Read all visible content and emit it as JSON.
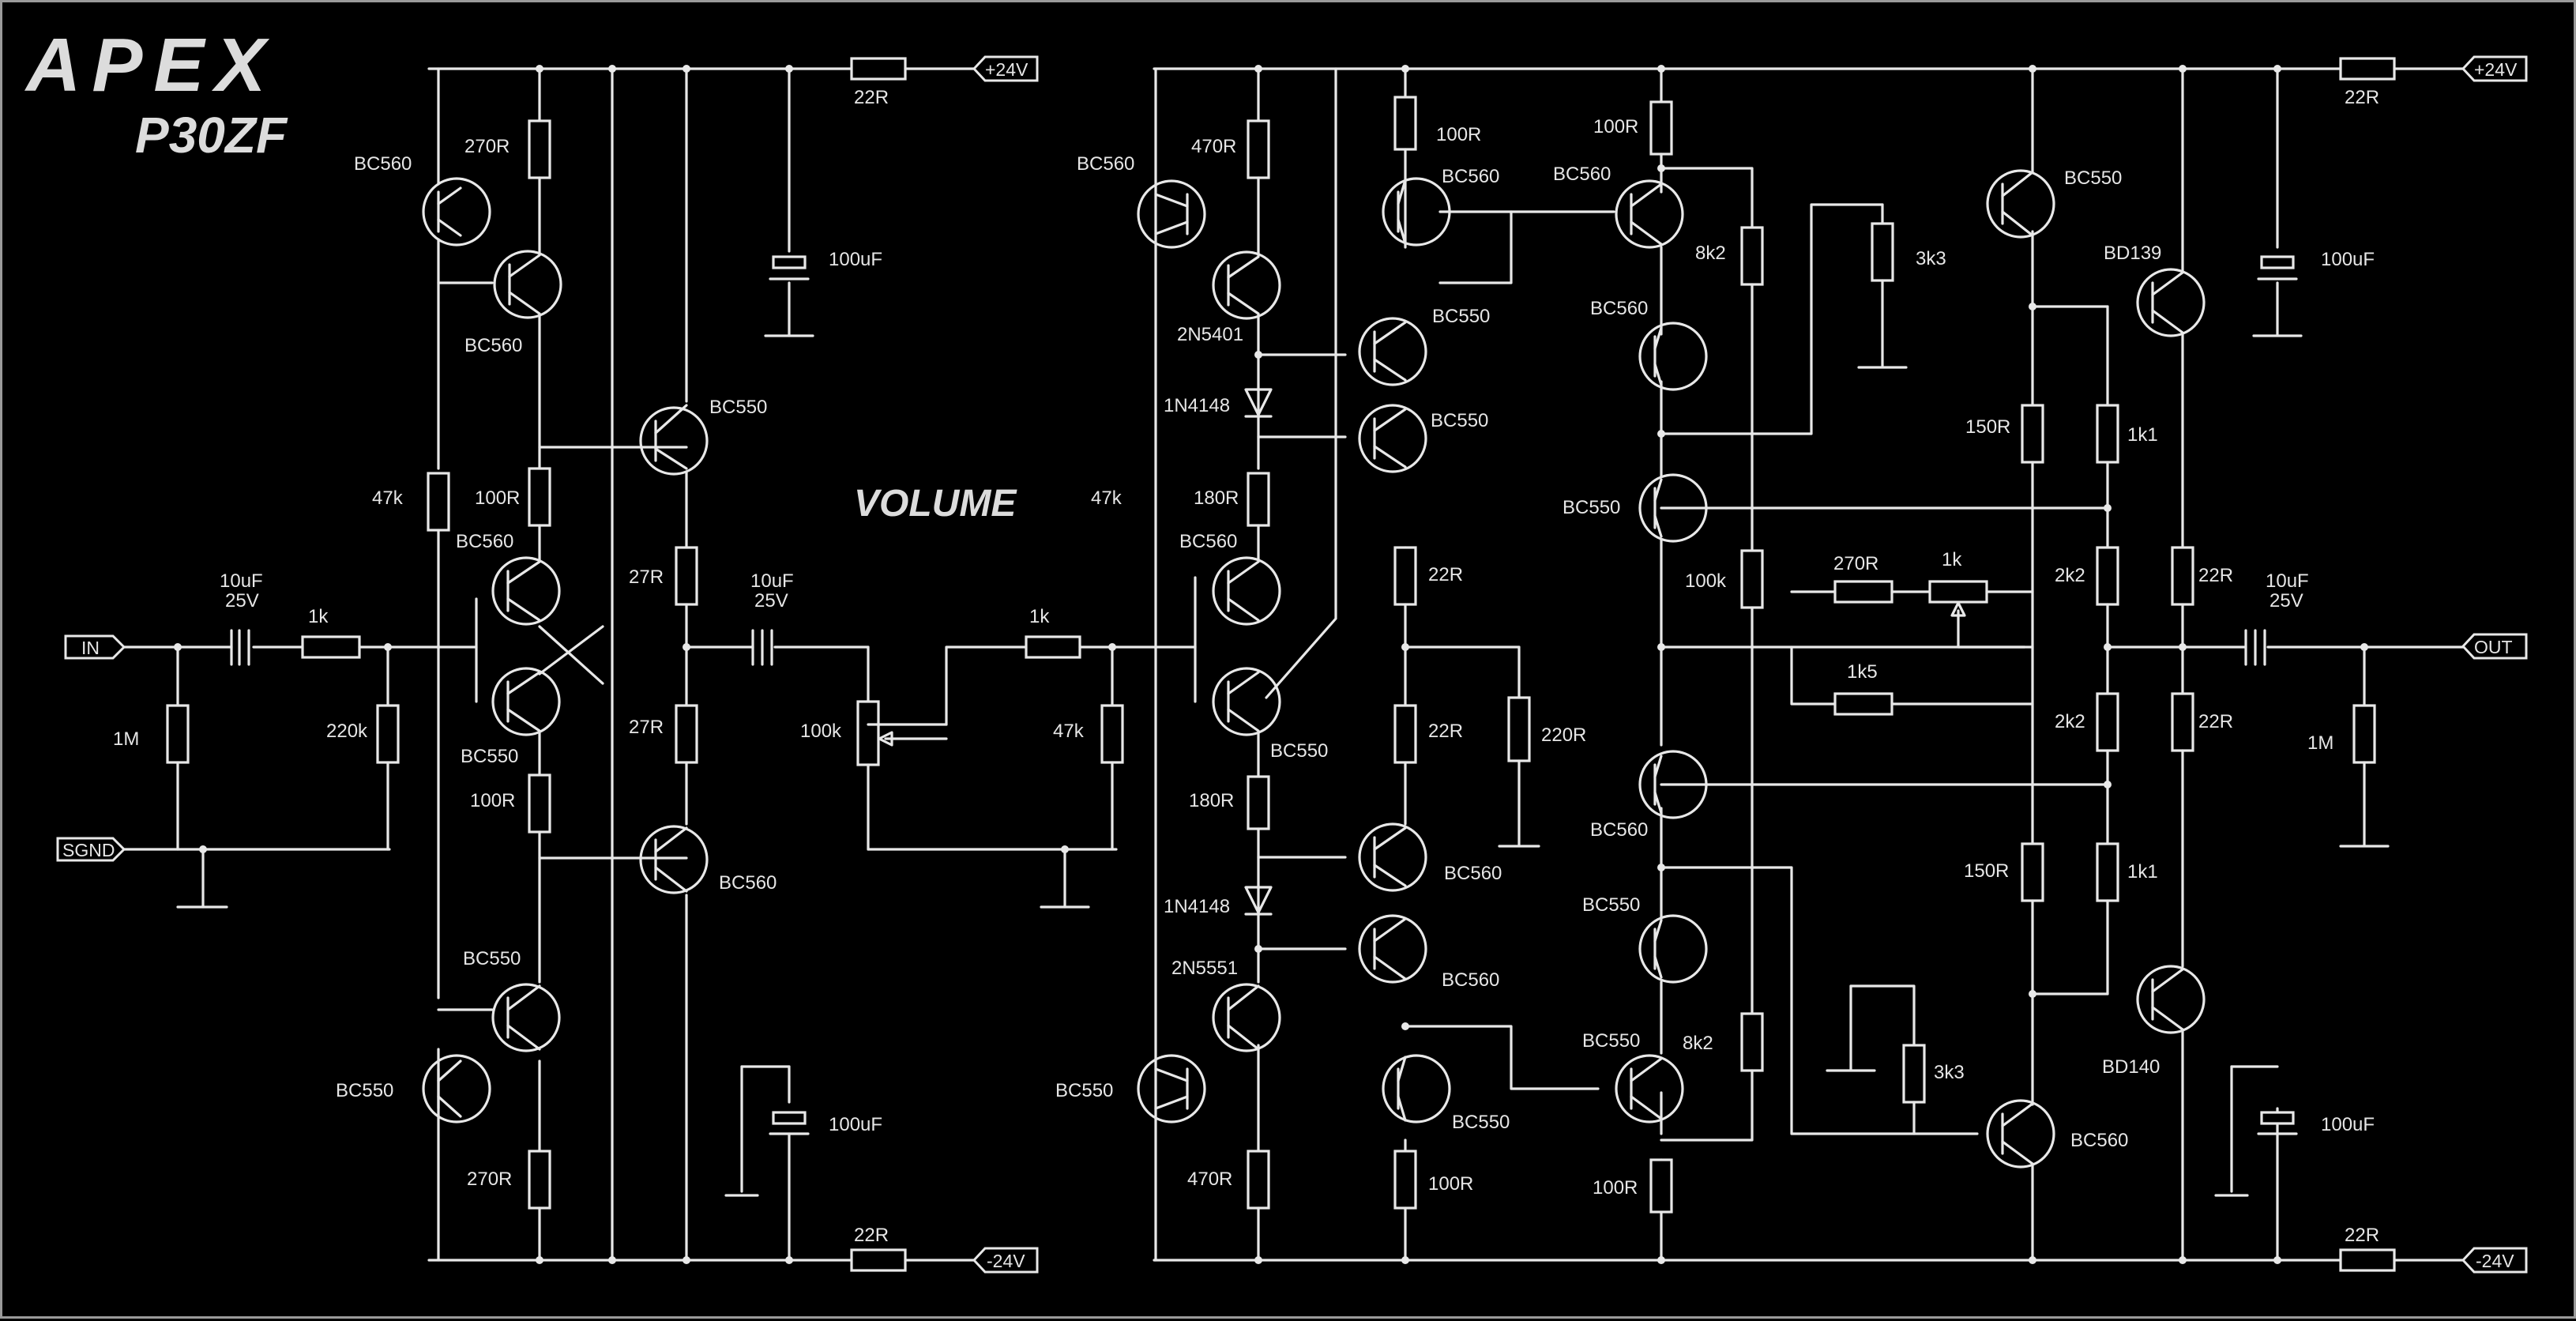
{
  "brand": "APEX",
  "model": "P30ZF",
  "section_label": "VOLUME",
  "ports": {
    "in": "IN",
    "sgnd": "SGND",
    "out": "OUT",
    "vpos": "+24V",
    "vneg": "-24V"
  },
  "labels": [
    "BC560",
    "270R",
    "BC560",
    "BC550",
    "47k",
    "100R",
    "BC560",
    "27R",
    "10uF",
    "25V",
    "1k",
    "1M",
    "220k",
    "BC550",
    "27R",
    "100R",
    "BC560",
    "BC550",
    "BC550",
    "270R",
    "22R",
    "100uF",
    "100uF",
    "22R",
    "10uF",
    "25V",
    "100k",
    "1k",
    "47k",
    "VOLUME",
    "BC560",
    "470R",
    "2N5401",
    "1N4148",
    "47k",
    "180R",
    "BC560",
    "BC550",
    "180R",
    "1N4148",
    "2N5551",
    "BC550",
    "470R",
    "100R",
    "BC560",
    "BC550",
    "BC550",
    "22R",
    "22R",
    "220R",
    "BC560",
    "BC560",
    "BC550",
    "100R",
    "100R",
    "BC560",
    "8k2",
    "BC560",
    "BC550",
    "100k",
    "BC560",
    "BC550",
    "BC550",
    "8k2",
    "100R",
    "3k3",
    "BC550",
    "BD139",
    "100uF",
    "150R",
    "1k1",
    "270R",
    "1k",
    "2k2",
    "22R",
    "10uF",
    "25V",
    "1k5",
    "2k2",
    "22R",
    "1M",
    "150R",
    "1k1",
    "BD140",
    "3k3",
    "BC560",
    "100uF",
    "22R",
    "22R"
  ]
}
